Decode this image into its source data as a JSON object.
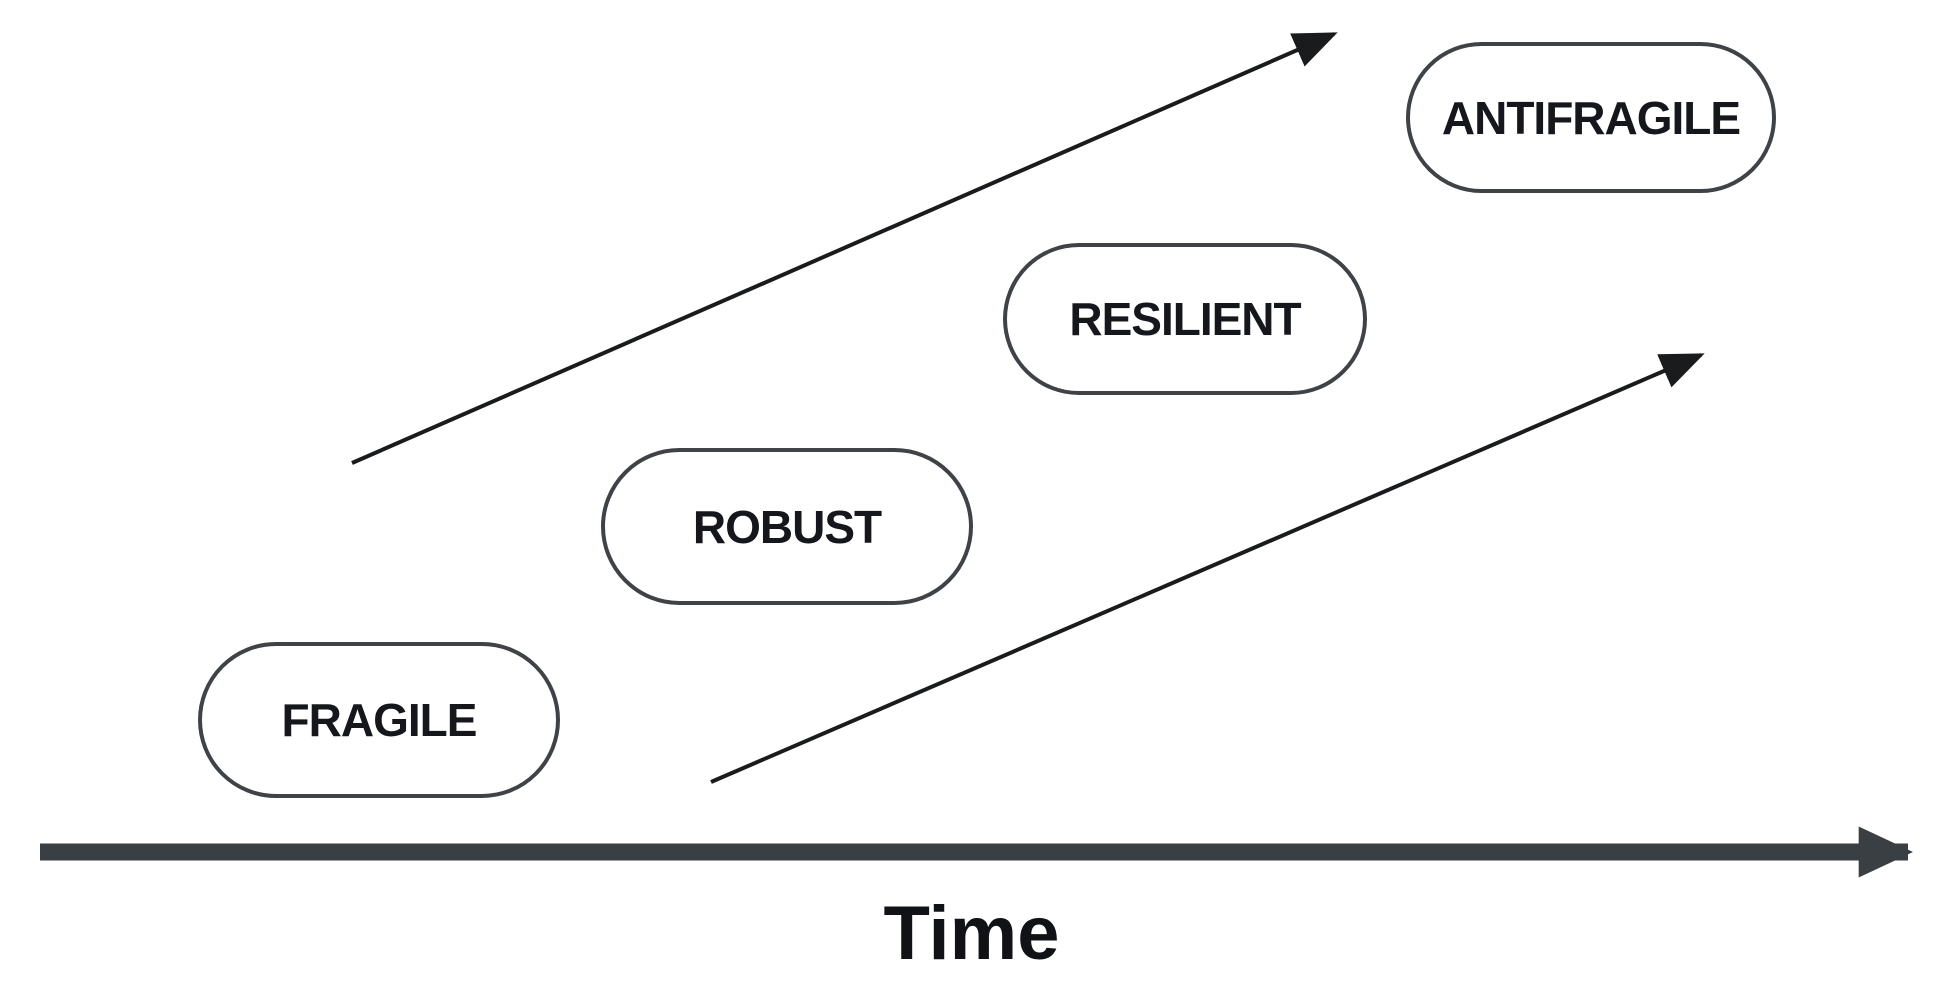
{
  "diagram": {
    "nodes": [
      {
        "id": "fragile",
        "label": "FRAGILE"
      },
      {
        "id": "robust",
        "label": "ROBUST"
      },
      {
        "id": "resilient",
        "label": "RESILIENT"
      },
      {
        "id": "antifragile",
        "label": "ANTIFRAGILE"
      }
    ],
    "arrows": [
      {
        "name": "upper-trend-arrow",
        "direction": "up-right"
      },
      {
        "name": "lower-trend-arrow",
        "direction": "up-right"
      }
    ],
    "axis": {
      "label": "Time",
      "direction": "right"
    },
    "colors": {
      "background": "#ffffff",
      "node_fill": "#ffffff",
      "node_border": "#3f4347",
      "node_text": "#15171c",
      "trend_arrow": "#1a1b1d",
      "axis_arrow": "#3a3f44",
      "axis_label": "#101216"
    }
  }
}
